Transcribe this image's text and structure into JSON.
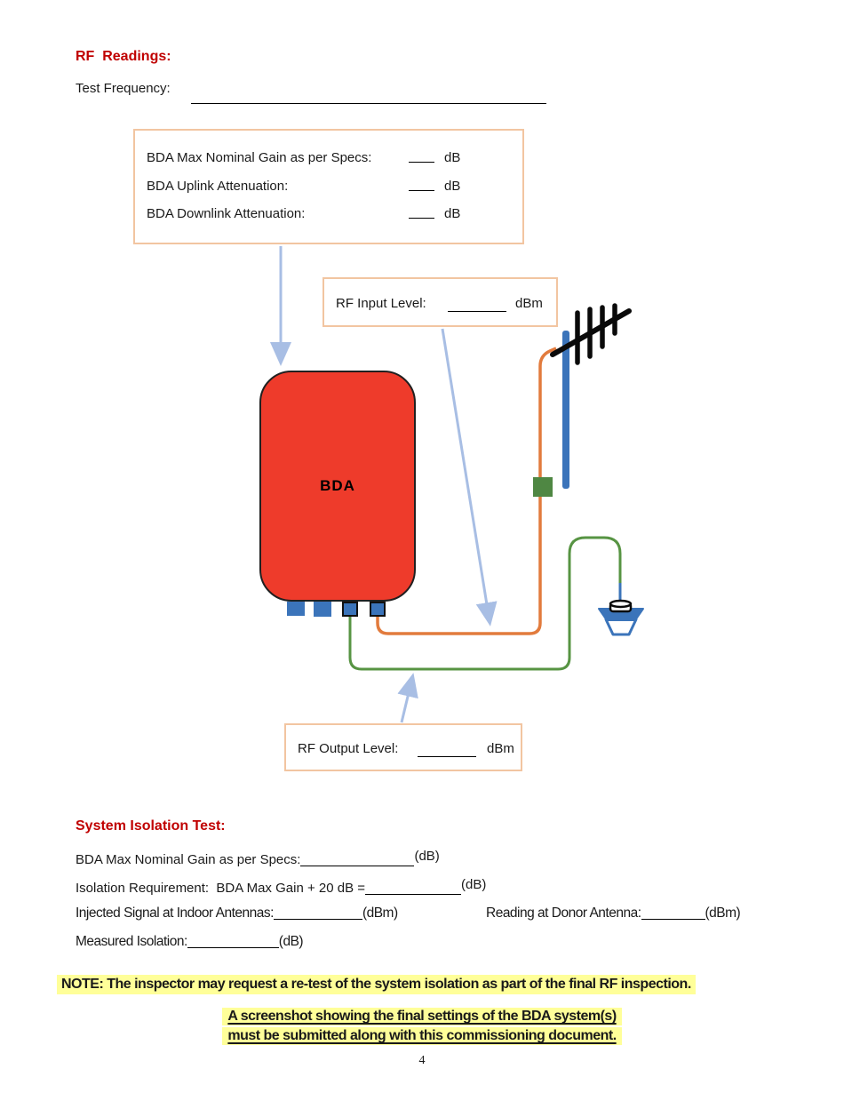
{
  "rf_readings": {
    "heading": "RF  Readings:",
    "test_frequency_label": "Test Frequency:",
    "specs_box": {
      "rows": [
        {
          "label": "BDA Max Nominal Gain as per Specs:",
          "unit": "dB"
        },
        {
          "label": "BDA Uplink Attenuation:",
          "unit": "dB"
        },
        {
          "label": "BDA Downlink Attenuation:",
          "unit": "dB"
        }
      ]
    },
    "rf_input": {
      "label": "RF Input Level:",
      "unit": "dBm"
    },
    "rf_output": {
      "label": "RF Output Level:",
      "unit": "dBm"
    },
    "bda_label": "BDA"
  },
  "isolation_test": {
    "heading": "System Isolation Test:",
    "max_gain": {
      "label": "BDA Max Nominal Gain as per Specs:",
      "unit": "(dB)"
    },
    "requirement": {
      "label": "Isolation Requirement:  BDA Max Gain + 20 dB =",
      "unit": "(dB)"
    },
    "injected": {
      "label": "Injected Signal at Indoor Antennas:",
      "unit": "(dBm)"
    },
    "donor": {
      "label": "Reading at Donor Antenna:",
      "unit": "(dBm)"
    },
    "measured": {
      "label": "Measured Isolation:",
      "unit": "(dB)"
    }
  },
  "notes": {
    "note_line": "NOTE: The inspector may request a re-test of the system isolation as part of the final RF inspection.",
    "submit_line1": "A screenshot showing the final settings of the BDA system(s)",
    "submit_line2": "must be submitted along with this commissioning document."
  },
  "footer": {
    "page_number": "4"
  },
  "icons": {
    "donor_antenna": "yagi-antenna-icon",
    "indoor_antenna": "dome-antenna-icon",
    "arrestor": "surge-arrestor-icon"
  },
  "colors": {
    "heading_red": "#C00000",
    "bda_red": "#EE3B2B",
    "peach_border": "#F2C5A1",
    "callout_blue": "#A8BEE4",
    "device_blue": "#3B74BA",
    "cable_orange": "#E27B3D",
    "cable_green": "#579443",
    "arrestor_green": "#4F8743",
    "highlight_yellow": "#FFFF99"
  }
}
